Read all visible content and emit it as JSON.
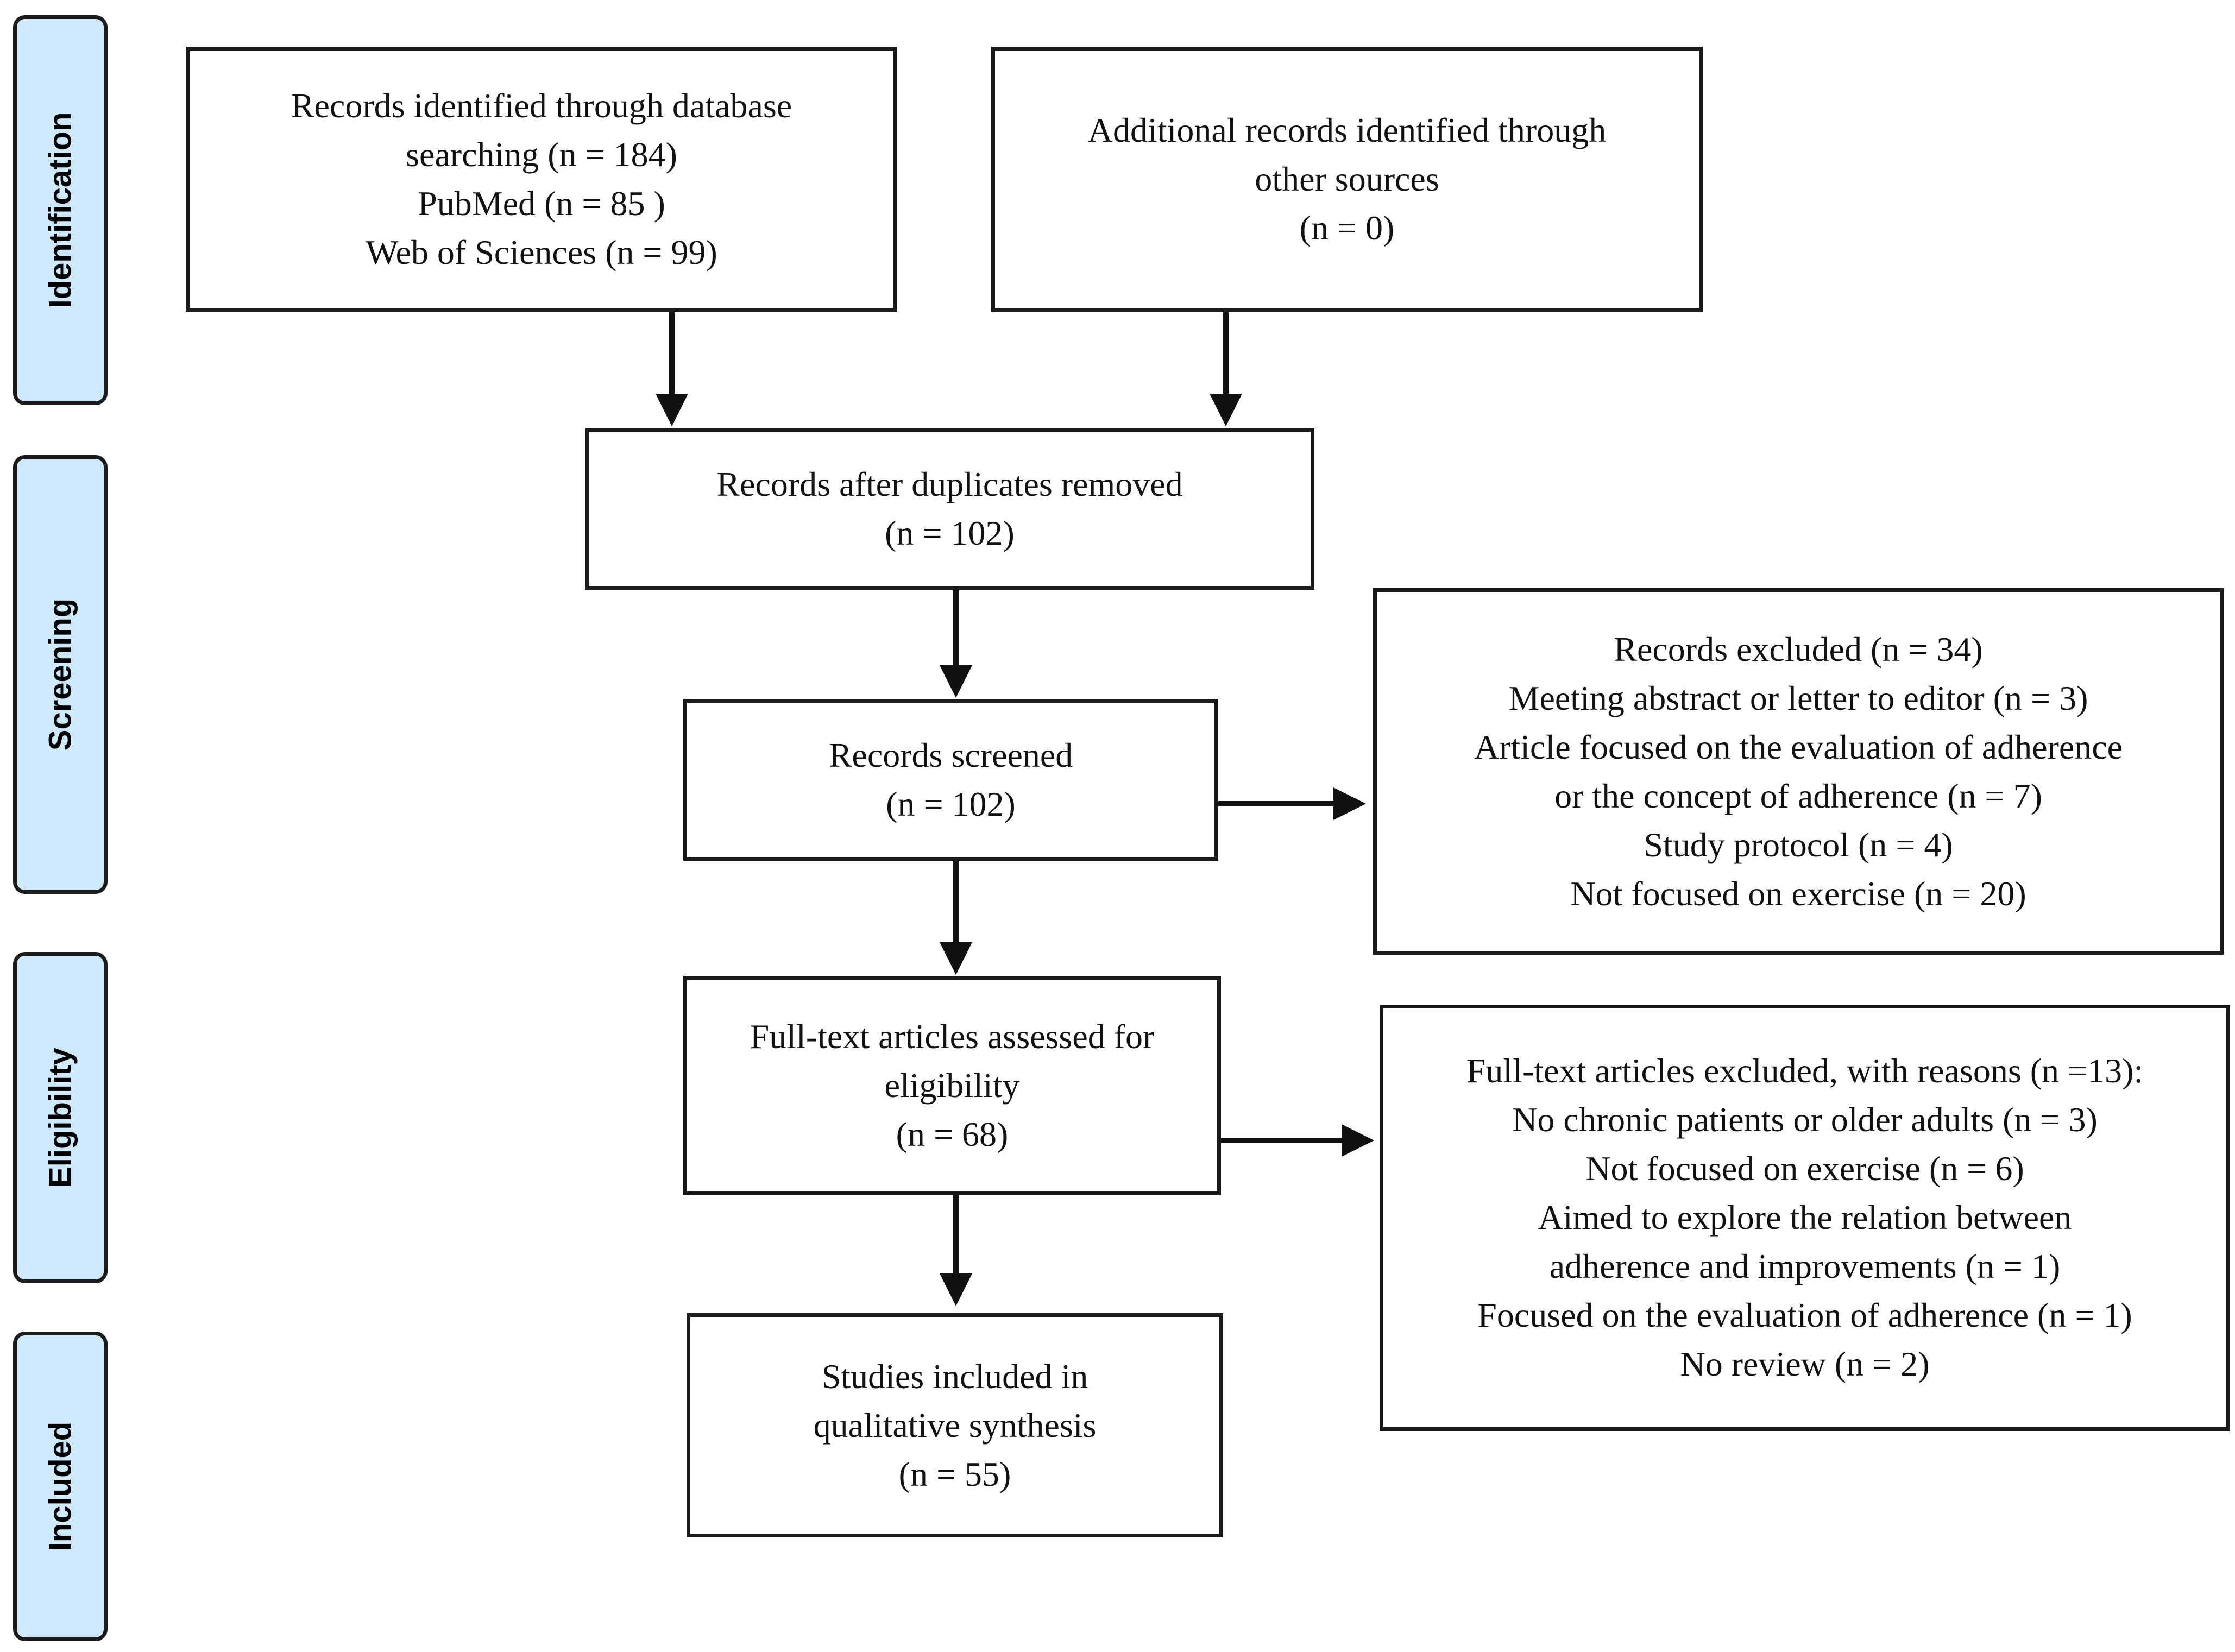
{
  "stages": {
    "identification": "Identification",
    "screening": "Screening",
    "eligibility": "Eligibility",
    "included": "Included"
  },
  "boxes": {
    "database_records": [
      "Records identified through database",
      "searching (n = 184)",
      "PubMed (n = 85 )",
      "Web of Sciences (n = 99)"
    ],
    "other_sources": [
      "Additional records identified through",
      "other sources",
      "(n = 0)"
    ],
    "after_duplicates": [
      "Records after duplicates removed",
      "(n = 102)"
    ],
    "screened": [
      "Records screened",
      "(n = 102)"
    ],
    "excluded": [
      "Records excluded (n = 34)",
      "Meeting abstract or letter to editor (n = 3)",
      "Article focused on the evaluation of adherence",
      "or the concept of adherence (n = 7)",
      "Study protocol (n = 4)",
      "Not focused on exercise (n = 20)"
    ],
    "fulltext_assessed": [
      "Full-text articles assessed for",
      "eligibility",
      "(n = 68)"
    ],
    "fulltext_excluded": [
      "Full-text articles excluded, with reasons (n =13):",
      "No chronic patients or older adults (n = 3)",
      "Not focused on exercise (n = 6)",
      "Aimed to explore the relation between",
      "adherence and improvements (n = 1)",
      "Focused on the evaluation of adherence (n = 1)",
      "No review (n = 2)"
    ],
    "included_studies": [
      "Studies included in",
      "qualitative synthesis",
      "(n = 55)"
    ]
  }
}
